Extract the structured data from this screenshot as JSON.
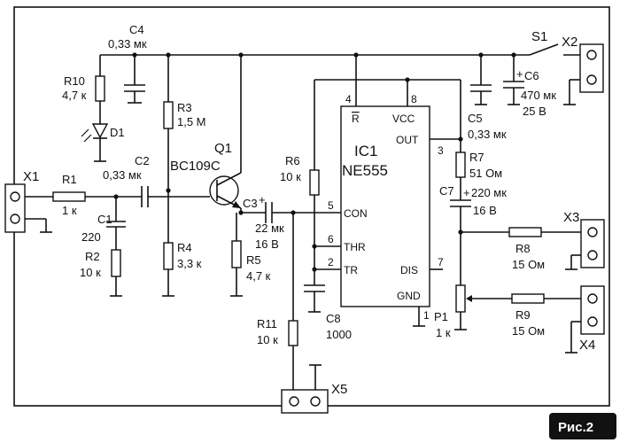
{
  "figure_label": "Рис.2",
  "components": {
    "c4": {
      "ref": "C4",
      "value": "0,33 мк"
    },
    "r10": {
      "ref": "R10",
      "value": "4,7 к"
    },
    "d1": {
      "ref": "D1"
    },
    "r3": {
      "ref": "R3",
      "value": "1,5 М"
    },
    "q1": {
      "ref": "Q1",
      "value": "BC109C"
    },
    "x1": {
      "ref": "X1"
    },
    "r1": {
      "ref": "R1",
      "value": "1 к"
    },
    "c2": {
      "ref": "C2",
      "value": "0,33 мк"
    },
    "c1": {
      "ref": "C1",
      "value": "220"
    },
    "r2": {
      "ref": "R2",
      "value": "10 к"
    },
    "r4": {
      "ref": "R4",
      "value": "3,3 к"
    },
    "c3": {
      "ref": "C3",
      "value": "22 мк",
      "voltage": "16 В"
    },
    "r5": {
      "ref": "R5",
      "value": "4,7 к"
    },
    "r6": {
      "ref": "R6",
      "value": "10 к"
    },
    "ic1": {
      "ref": "IC1",
      "value": "NE555"
    },
    "c8": {
      "ref": "C8",
      "value": "1000"
    },
    "r11": {
      "ref": "R11",
      "value": "10 к"
    },
    "x5": {
      "ref": "X5"
    },
    "s1": {
      "ref": "S1"
    },
    "x2": {
      "ref": "X2"
    },
    "c6": {
      "ref": "C6",
      "value": "470 мк",
      "voltage": "25 В"
    },
    "c5": {
      "ref": "C5",
      "value": "0,33 мк"
    },
    "r7": {
      "ref": "R7",
      "value": "51 Ом"
    },
    "c7": {
      "ref": "C7",
      "value": "220 мк",
      "voltage": "16 В"
    },
    "x3": {
      "ref": "X3"
    },
    "r8": {
      "ref": "R8",
      "value": "15 Ом"
    },
    "p1": {
      "ref": "P1",
      "value": "1 к"
    },
    "r9": {
      "ref": "R9",
      "value": "15 Ом"
    },
    "x4": {
      "ref": "X4"
    }
  },
  "ic_pins": {
    "reset": {
      "num": "4",
      "name": "R"
    },
    "vcc": {
      "num": "8",
      "name": "VCC"
    },
    "out": {
      "num": "3",
      "name": "OUT"
    },
    "con": {
      "num": "5",
      "name": "CON"
    },
    "thr": {
      "num": "6",
      "name": "THR"
    },
    "tr": {
      "num": "2",
      "name": "TR"
    },
    "dis": {
      "num": "7",
      "name": "DIS"
    },
    "gnd": {
      "num": "1",
      "name": "GND"
    }
  }
}
